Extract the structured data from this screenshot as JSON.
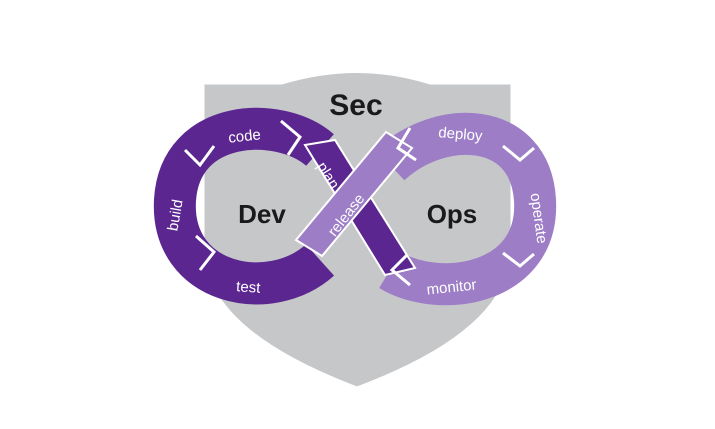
{
  "center_labels": {
    "sec": "Sec",
    "dev": "Dev",
    "ops": "Ops"
  },
  "dev_loop": {
    "stages": [
      "code",
      "build",
      "test",
      "plan"
    ]
  },
  "ops_loop": {
    "stages": [
      "release",
      "deploy",
      "operate",
      "monitor"
    ]
  },
  "colors": {
    "dev_purple": "#5b2690",
    "ops_purple": "#9d7dc6",
    "shield_gray": "#c6c7c9",
    "shield_border": "#ffffff",
    "text_dark": "#1a1a1a",
    "text_light": "#ffffff"
  },
  "icons": {
    "background": "shield-icon",
    "cycle": "infinity-loop-icon"
  }
}
